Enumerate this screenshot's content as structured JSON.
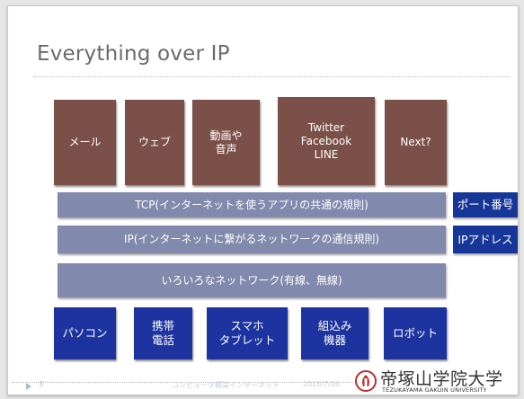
{
  "slide": {
    "title": "Everything over IP"
  },
  "applications": [
    {
      "label": "メール"
    },
    {
      "label": "ウェブ"
    },
    {
      "label": "動画や\n音声"
    },
    {
      "label": "Twitter\nFacebook\nLINE"
    },
    {
      "label": "Next?"
    }
  ],
  "layers": {
    "tcp": "TCP(インターネットを使うアプリの共通の規則)",
    "tcp_side": "ポート番号",
    "ip": "IP(インターネットに繋がるネットワークの通信規則)",
    "ip_side": "IPアドレス",
    "network": "いろいろなネットワーク(有線、無線)"
  },
  "devices": [
    {
      "label": "パソコン"
    },
    {
      "label": "携帯\n電話"
    },
    {
      "label": "スマホ\nタブレット"
    },
    {
      "label": "組込み\n機器"
    },
    {
      "label": "ロボット"
    }
  ],
  "footer": {
    "page_number": "3",
    "course": "コンピュータ概論インターネット",
    "date": "2016/7/06"
  },
  "logo": {
    "name": "帝塚山学院大学",
    "subtitle": "TEZUKAYAMA GAKUIN UNIVERSITY"
  },
  "colors": {
    "application_box": "#7b5048",
    "layer_bar": "#8189ad",
    "side_label": "#173798",
    "device_box": "#1d33a0",
    "logo_mark": "#b3352b"
  }
}
